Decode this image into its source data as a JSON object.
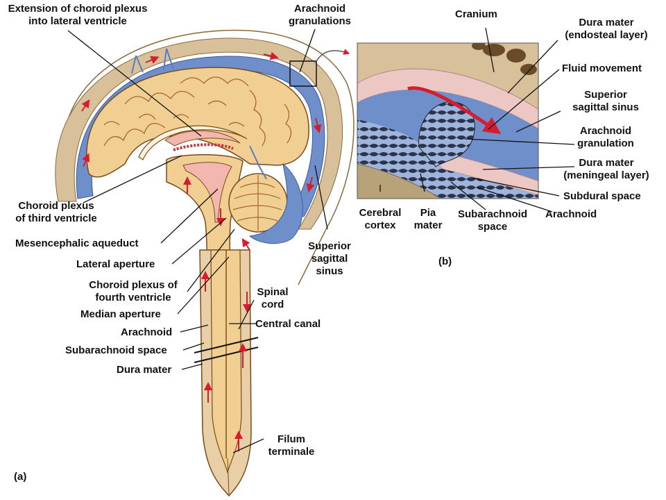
{
  "colors": {
    "brain": "#f1cf93",
    "brain_outline": "#7a4a18",
    "csf_blue": "#6f8fcb",
    "dura_pink": "#ecc7c3",
    "bone": "#d8c19a",
    "flow_red": "#d81c2f",
    "leader": "#111111"
  },
  "panel_a": {
    "tag": "(a)",
    "labels": {
      "choroid_lateral": "Extension of choroid plexus\ninto lateral ventricle",
      "arachnoid_granulations": "Arachnoid\ngranulations",
      "choroid_third": "Choroid plexus\nof third ventricle",
      "mesencephalic_aqueduct": "Mesencephalic aqueduct",
      "lateral_aperture": "Lateral aperture",
      "choroid_fourth": "Choroid plexus of\nfourth ventricle",
      "median_aperture": "Median aperture",
      "arachnoid": "Arachnoid",
      "subarachnoid_space": "Subarachnoid space",
      "dura_mater": "Dura mater",
      "superior_sagittal_sinus": "Superior\nsagittal\nsinus",
      "spinal_cord": "Spinal\ncord",
      "central_canal": "Central canal",
      "filum_terminale": "Filum\nterminale"
    }
  },
  "panel_b": {
    "tag": "(b)",
    "labels": {
      "cranium": "Cranium",
      "dura_endosteal": "Dura mater\n(endosteal layer)",
      "fluid_movement": "Fluid movement",
      "superior_sagittal_sinus": "Superior\nsagittal sinus",
      "arachnoid_granulation": "Arachnoid\ngranulation",
      "dura_meningeal": "Dura mater\n(meningeal layer)",
      "subdural_space": "Subdural space",
      "arachnoid": "Arachnoid",
      "cerebral_cortex": "Cerebral\ncortex",
      "pia_mater": "Pia\nmater",
      "subarachnoid_space": "Subarachnoid\nspace"
    }
  }
}
